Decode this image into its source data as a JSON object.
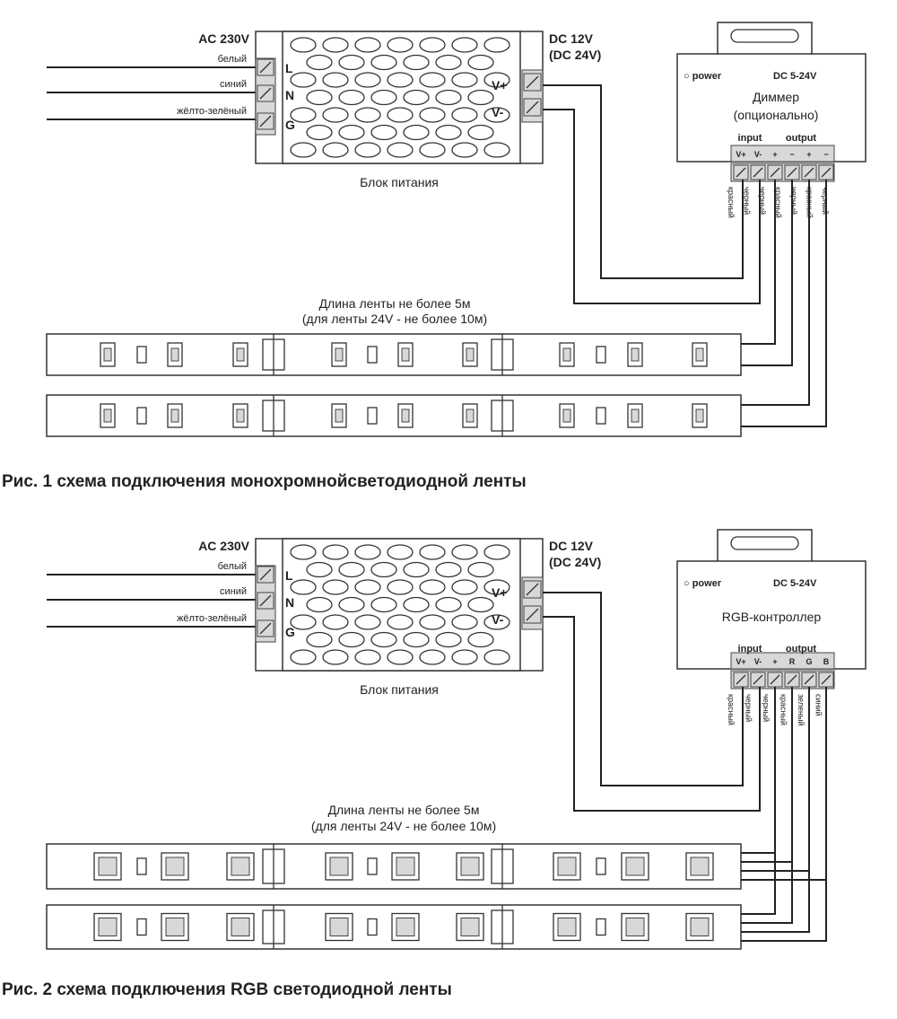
{
  "figures": [
    {
      "ac_label": "AC 230V",
      "wire_labels": [
        "белый",
        "синий",
        "жёлто-зелёный"
      ],
      "terminal_letters": [
        "L",
        "N",
        "G"
      ],
      "psu_outputs": [
        "V+",
        "V-"
      ],
      "dc_label": "DC 12V",
      "dc_alt_label": "(DC 24V)",
      "psu_label": "Блок питания",
      "controller": {
        "power_label": "○ power",
        "voltage_label": "DC 5-24V",
        "name": "Диммер",
        "name2": "(опционально)",
        "input_label": "input",
        "output_label": "output",
        "terminal_marks": [
          "V+",
          "V-",
          "+",
          "−",
          "+",
          "−"
        ],
        "wire_colors": [
          "красный",
          "черный",
          "черный",
          "красный",
          "черный",
          "красный",
          "черный"
        ]
      },
      "length_note": "Длина ленты не более 5м",
      "length_note2": "(для ленты 24V - не более 10м)",
      "strip_type": "mono",
      "caption": "Рис. 1 схема подключения монохромнойсветодиодной ленты"
    },
    {
      "ac_label": "AC 230V",
      "wire_labels": [
        "белый",
        "синий",
        "жёлто-зелёный"
      ],
      "terminal_letters": [
        "L",
        "N",
        "G"
      ],
      "psu_outputs": [
        "V+",
        "V-"
      ],
      "dc_label": "DC 12V",
      "dc_alt_label": "(DC 24V)",
      "psu_label": "Блок питания",
      "controller": {
        "power_label": "○ power",
        "voltage_label": "DC 5-24V",
        "name": "RGB-контроллер",
        "name2": "",
        "input_label": "input",
        "output_label": "output",
        "terminal_marks": [
          "V+",
          "V-",
          "+",
          "R",
          "G",
          "B"
        ],
        "wire_colors": [
          "красный",
          "черный",
          "черный",
          "красный",
          "зеленый",
          "синий"
        ]
      },
      "length_note": "Длина ленты не более 5м",
      "length_note2": "(для ленты 24V - не более 10м)",
      "strip_type": "rgb",
      "caption": "Рис. 2 схема подключения RGB светодиодной ленты"
    }
  ]
}
